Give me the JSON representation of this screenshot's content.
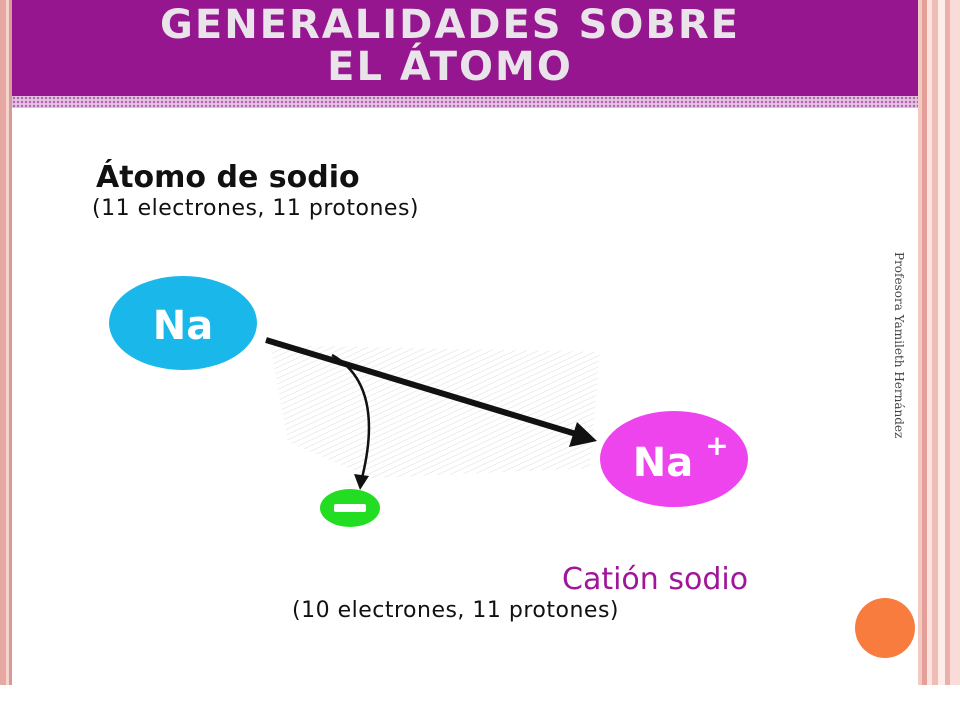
{
  "title": {
    "line1": "GENERALIDADES SOBRE",
    "line2": "EL ÁTOMO"
  },
  "atom": {
    "heading": "Átomo de sodio",
    "detail": "(11 electrones, 11 protones)",
    "symbol": "Na"
  },
  "cation": {
    "heading": "Catión sodio",
    "detail": "(10 electrones, 11 protones)",
    "symbol": "Na",
    "charge": "+"
  },
  "electron": {
    "symbol": "−"
  },
  "credit": "Profesora Yamileth Hernández",
  "colors": {
    "header": "#96168f",
    "title_text": "#e9e4e9",
    "atom_circle": "#1ab7ea",
    "cation_circle": "#ee44ee",
    "cation_text": "#a0159a",
    "electron": "#22dd22",
    "accent_dot": "#f97c3f"
  }
}
